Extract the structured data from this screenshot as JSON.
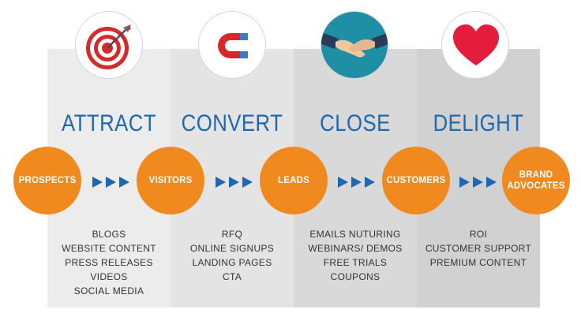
{
  "colors": {
    "accent_blue": "#1e67b1",
    "node_orange": "#f08a1e",
    "column_light": "#ececec",
    "column_mid": "#e3e3e3",
    "column_dark": "#d9d9d9",
    "column_darker": "#d0d0d0"
  },
  "stages": [
    {
      "title": "ATTRACT",
      "icon": "target-icon",
      "items": [
        "BLOGS",
        "WEBSITE CONTENT",
        "PRESS RELEASES",
        "VIDEOS",
        "SOCIAL MEDIA"
      ]
    },
    {
      "title": "CONVERT",
      "icon": "magnet-icon",
      "items": [
        "RFQ",
        "ONLINE SIGNUPS",
        "LANDING PAGES",
        "CTA"
      ]
    },
    {
      "title": "CLOSE",
      "icon": "handshake-icon",
      "items": [
        "EMAILS NUTURING",
        "WEBINARS/ DEMOS",
        "FREE TRIALS",
        "COUPONS"
      ]
    },
    {
      "title": "DELIGHT",
      "icon": "heart-icon",
      "items": [
        "ROI",
        "CUSTOMER SUPPORT",
        "PREMIUM CONTENT"
      ]
    }
  ],
  "nodes": [
    {
      "label": "PROSPECTS"
    },
    {
      "label": "VISITORS"
    },
    {
      "label": "LEADS"
    },
    {
      "label": "CUSTOMERS"
    },
    {
      "label": "BRAND ADVOCATES"
    }
  ]
}
